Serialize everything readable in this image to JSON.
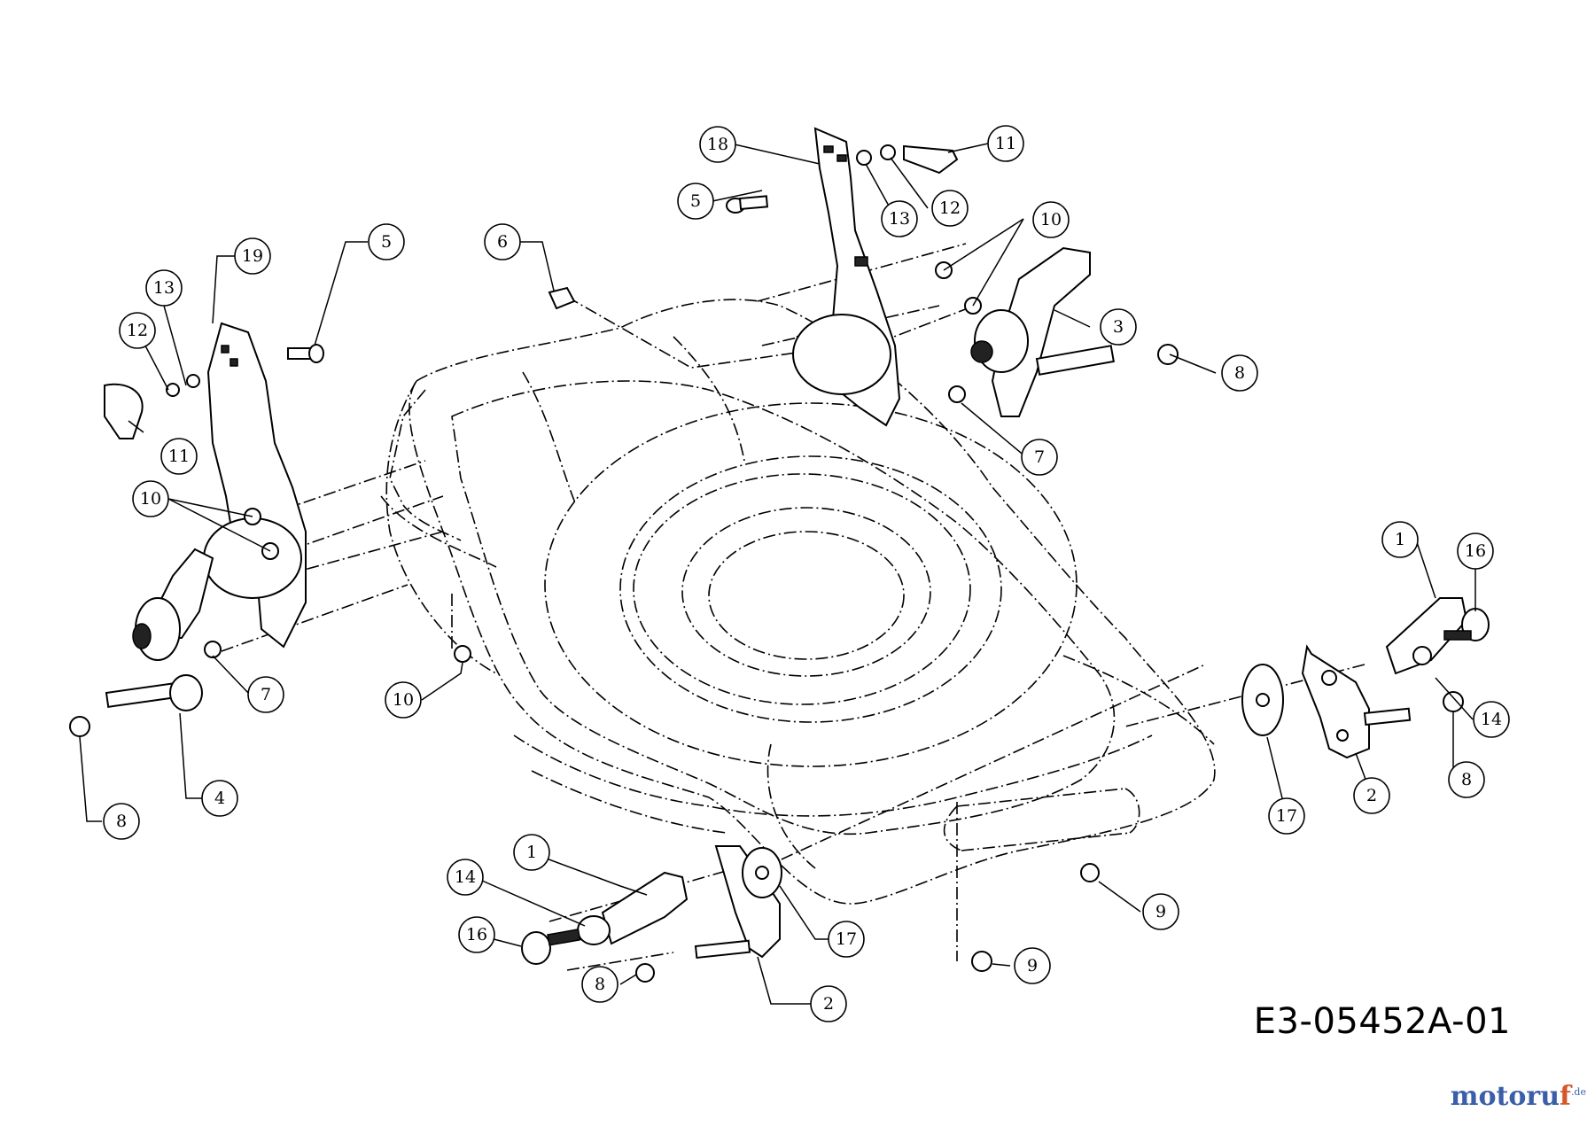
{
  "diagram": {
    "drawing_code": "E3-05452A-01",
    "watermark": {
      "main": "motoru",
      "accent": "f",
      "tld": ".de"
    },
    "callouts": [
      {
        "id": "c-18",
        "label": "18"
      },
      {
        "id": "c-5-top",
        "label": "5"
      },
      {
        "id": "c-13-top",
        "label": "13"
      },
      {
        "id": "c-12-top",
        "label": "12"
      },
      {
        "id": "c-11-top",
        "label": "11"
      },
      {
        "id": "c-10-top",
        "label": "10"
      },
      {
        "id": "c-3",
        "label": "3"
      },
      {
        "id": "c-8-top",
        "label": "8"
      },
      {
        "id": "c-7-right",
        "label": "7"
      },
      {
        "id": "c-6",
        "label": "6"
      },
      {
        "id": "c-19",
        "label": "19"
      },
      {
        "id": "c-5-left",
        "label": "5"
      },
      {
        "id": "c-13-left",
        "label": "13"
      },
      {
        "id": "c-12-left",
        "label": "12"
      },
      {
        "id": "c-11-left",
        "label": "11"
      },
      {
        "id": "c-10-left",
        "label": "10"
      },
      {
        "id": "c-7-left",
        "label": "7"
      },
      {
        "id": "c-10-mid",
        "label": "10"
      },
      {
        "id": "c-4",
        "label": "4"
      },
      {
        "id": "c-8-left",
        "label": "8"
      },
      {
        "id": "c-1-right",
        "label": "1"
      },
      {
        "id": "c-16-right",
        "label": "16"
      },
      {
        "id": "c-14-right",
        "label": "14"
      },
      {
        "id": "c-8-right",
        "label": "8"
      },
      {
        "id": "c-2-right",
        "label": "2"
      },
      {
        "id": "c-17-right",
        "label": "17"
      },
      {
        "id": "c-9-right",
        "label": "9"
      },
      {
        "id": "c-9-bottom",
        "label": "9"
      },
      {
        "id": "c-1-bottom",
        "label": "1"
      },
      {
        "id": "c-14-bottom",
        "label": "14"
      },
      {
        "id": "c-16-bottom",
        "label": "16"
      },
      {
        "id": "c-17-bottom",
        "label": "17"
      },
      {
        "id": "c-8-bottom",
        "label": "8"
      },
      {
        "id": "c-2-bottom",
        "label": "2"
      }
    ]
  }
}
